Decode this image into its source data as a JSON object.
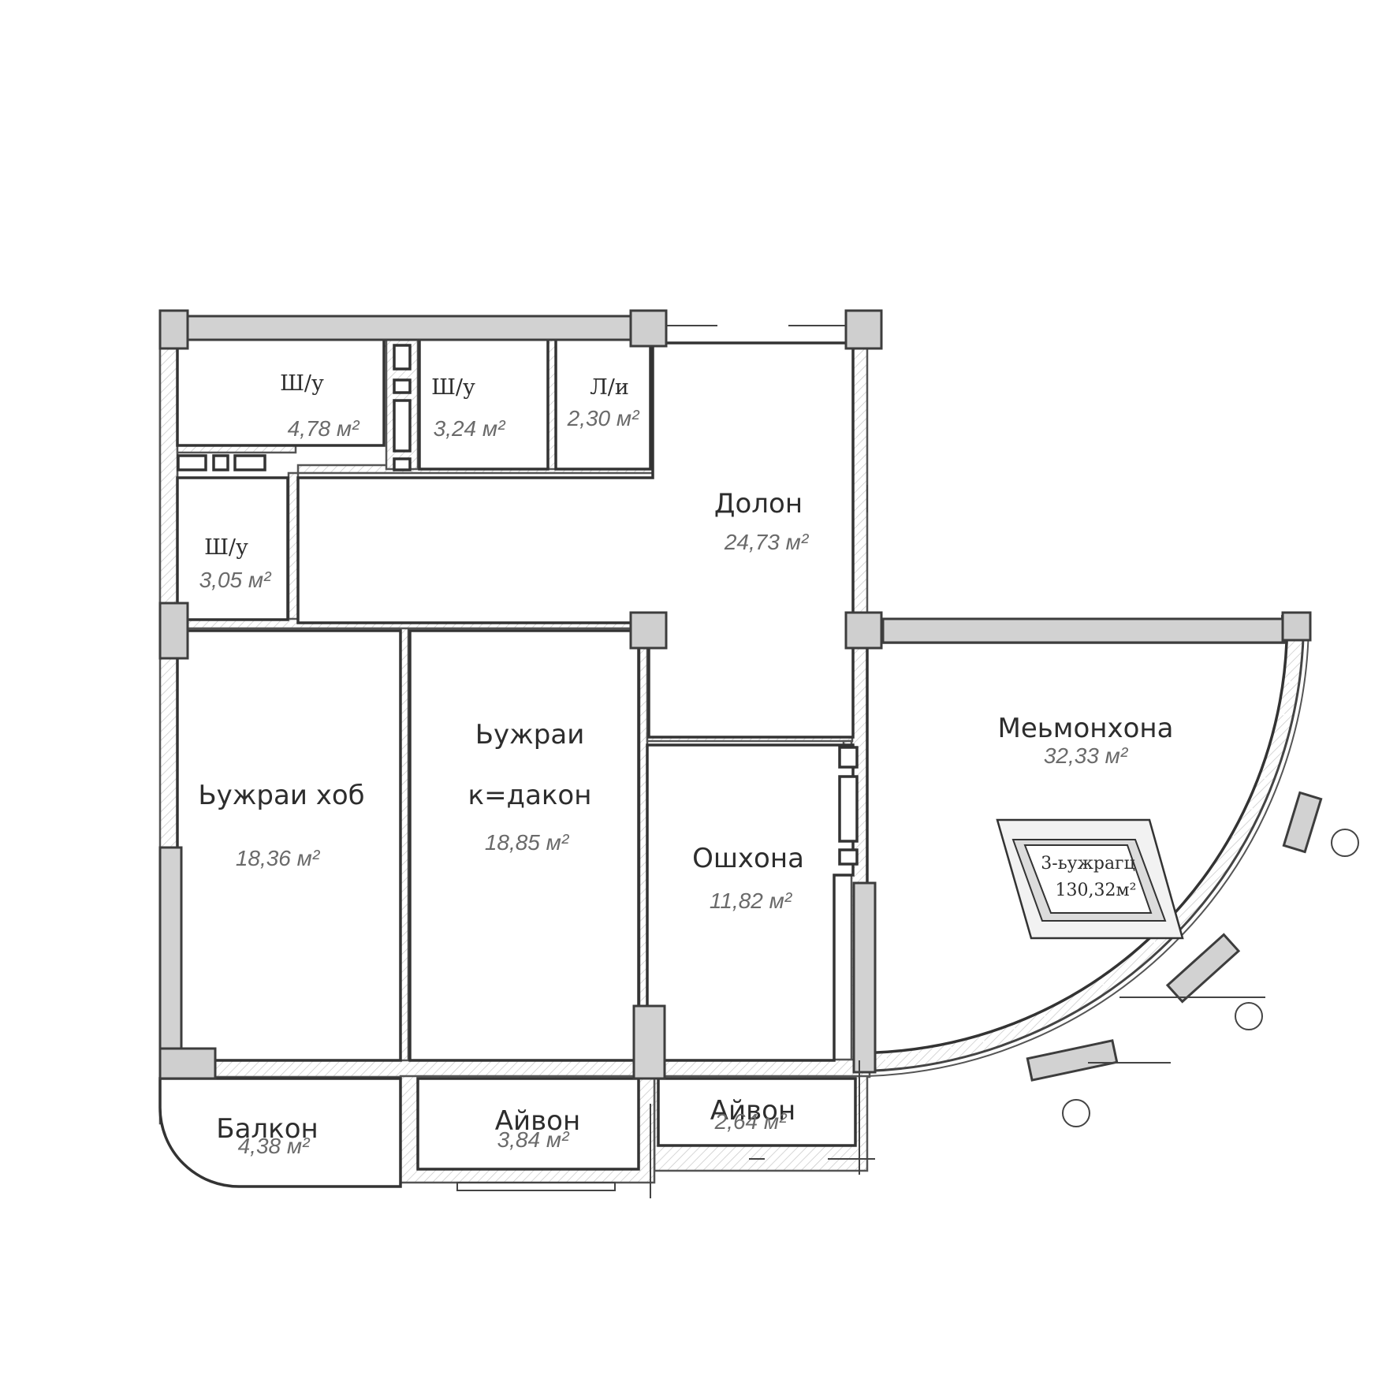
{
  "rooms": {
    "bath1": {
      "name": "Ш/у",
      "area": "4,78 м²"
    },
    "bath2": {
      "name": "Ш/у",
      "area": "3,24 м²"
    },
    "laundry": {
      "name": "Л/и",
      "area": "2,30 м²"
    },
    "bath3": {
      "name": "Ш/у",
      "area": "3,05 м²"
    },
    "hall": {
      "name": "Долон",
      "area": "24,73 м²"
    },
    "living": {
      "name": "Меьмонхона",
      "area": "32,33 м²"
    },
    "bedroom": {
      "name": "Ьужраи хоб",
      "area": "18,36 м²"
    },
    "kids_line1": "Ьужраи",
    "kids_line2": "к=дакон",
    "kids_area": "18,85 м²",
    "kitchen": {
      "name": "Ошхона",
      "area": "11,82 м²"
    },
    "balcony": {
      "name": "Балкон",
      "area": "4,38 м²"
    },
    "terrace1": {
      "name": "Айвон",
      "area": "3,84 м²"
    },
    "terrace2": {
      "name": "Айвон",
      "area": "2,64 м²"
    }
  },
  "apartment": {
    "type": "3-ьужрагц",
    "total": "130,32м²"
  }
}
